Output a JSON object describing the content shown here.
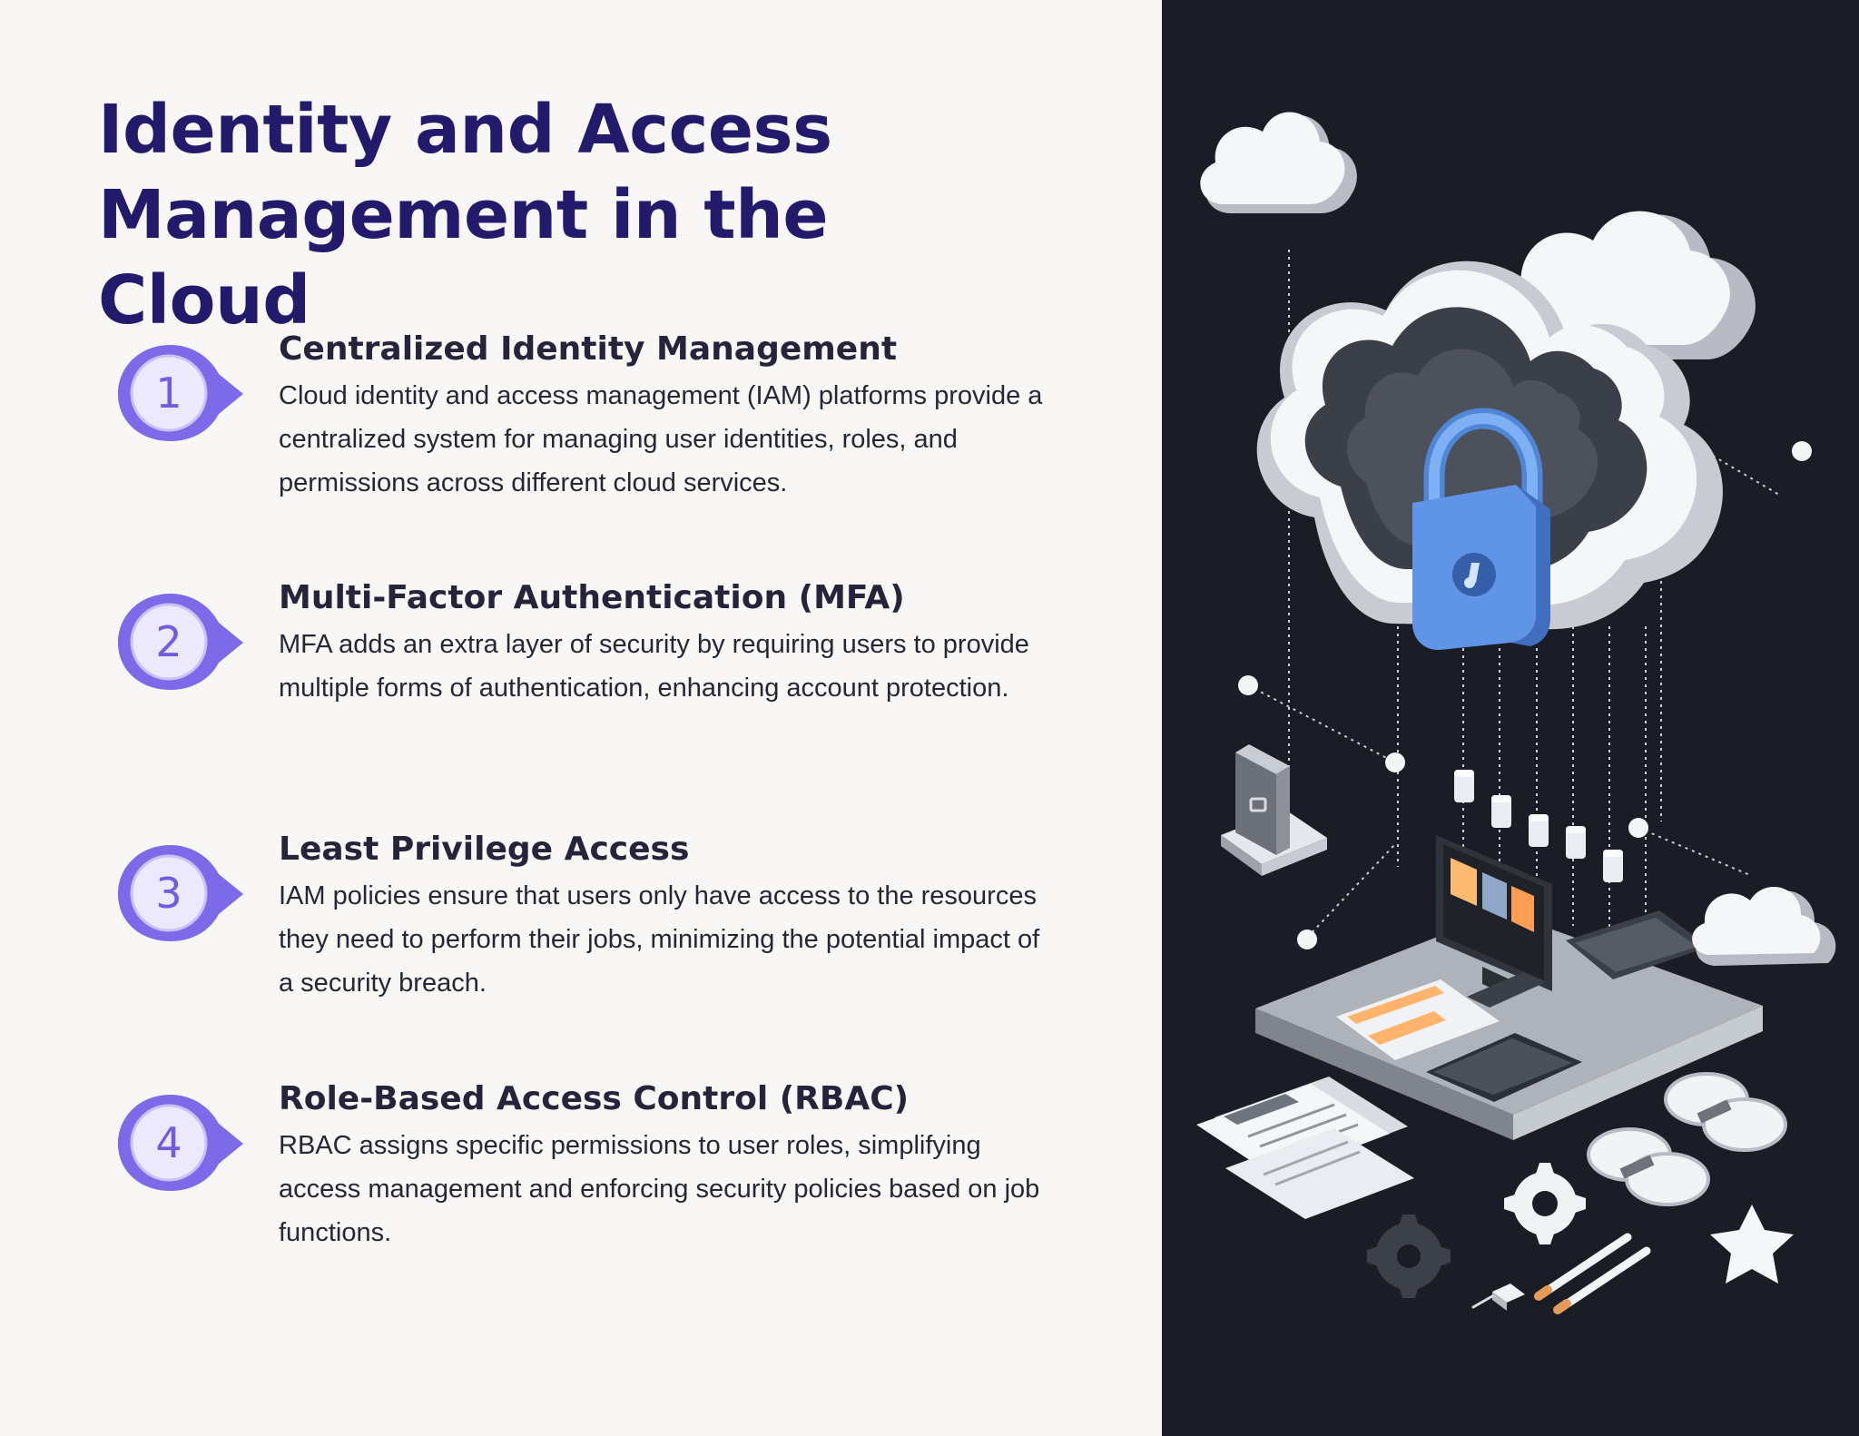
{
  "title": "Identity and Access Management in the Cloud",
  "sections": [
    {
      "number": "1",
      "heading": "Centralized Identity Management",
      "body": "Cloud identity and access management (IAM) platforms provide a centralized system for managing user identities, roles, and permissions across different cloud services."
    },
    {
      "number": "2",
      "heading": "Multi-Factor Authentication (MFA)",
      "body": "MFA adds an extra layer of security by requiring users to provide multiple forms of authentication, enhancing account protection."
    },
    {
      "number": "3",
      "heading": "Least Privilege Access",
      "body": "IAM policies ensure that users only have access to the resources they need to perform their jobs, minimizing the potential impact of a security breach."
    },
    {
      "number": "4",
      "heading": "Role-Based Access Control (RBAC)",
      "body": "RBAC assigns specific permissions to user roles, simplifying access management and enforcing security policies based on job functions."
    }
  ],
  "colors": {
    "title": "#241a6b",
    "marker": "#7c6ae8",
    "illustration_background": "#1a1d25",
    "lock": "#6fa8ef"
  },
  "illustration": {
    "icons": [
      "cloud-icon",
      "padlock-icon",
      "monitor-icon",
      "document-icon",
      "gear-icon",
      "chain-link-icon",
      "star-icon",
      "network-node-icon"
    ]
  }
}
